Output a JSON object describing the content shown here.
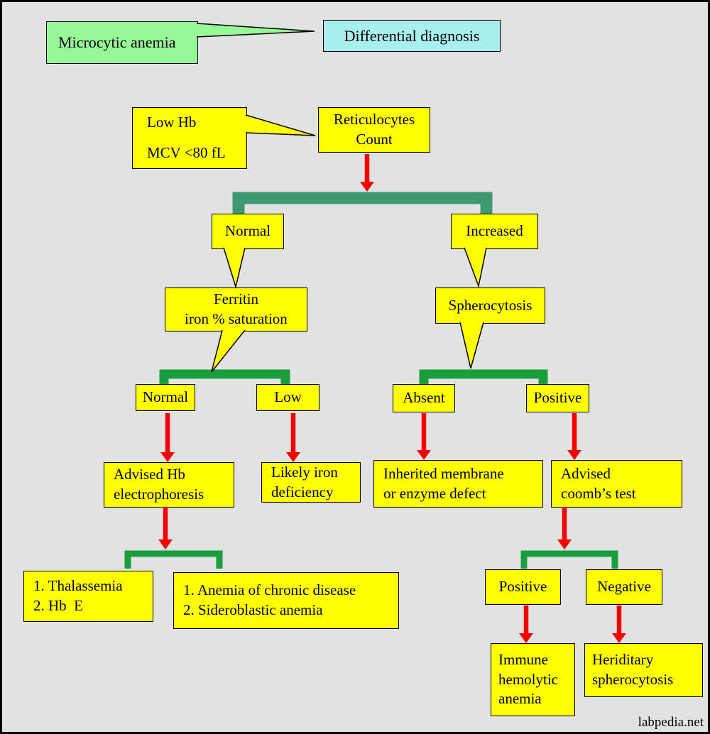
{
  "header": {
    "topic": "Microcytic anemia",
    "subtitle": "Differential diagnosis"
  },
  "nodes": {
    "criteria": {
      "lines": [
        "Low Hb",
        "MCV <80 fL"
      ]
    },
    "reticulocytes": {
      "lines": [
        "Reticulocytes",
        "Count"
      ]
    },
    "retic_normal": {
      "label": "Normal"
    },
    "retic_increased": {
      "label": "Increased"
    },
    "ferritin": {
      "lines": [
        "Ferritin",
        "iron % saturation"
      ]
    },
    "spherocytosis": {
      "label": "Spherocytosis"
    },
    "ferritin_normal": {
      "label": "Normal"
    },
    "ferritin_low": {
      "label": "Low"
    },
    "sphero_absent": {
      "label": "Absent"
    },
    "sphero_positive": {
      "label": "Positive"
    },
    "advised_hb": {
      "lines": [
        "Advised Hb",
        "electrophoresis"
      ]
    },
    "likely_iron": {
      "lines": [
        "Likely iron",
        "deficiency"
      ]
    },
    "inherited_membrane": {
      "lines": [
        "Inherited membrane",
        "or enzyme defect"
      ]
    },
    "advised_coombs": {
      "lines": [
        "Advised",
        "coomb’s test"
      ]
    },
    "thalassemia_group": {
      "lines": [
        "1. Thalassemia",
        "2. Hb  E"
      ]
    },
    "chronic_group": {
      "lines": [
        "1. Anemia of chronic disease",
        "2. Sideroblastic anemia"
      ]
    },
    "coombs_positive": {
      "label": "Positive"
    },
    "coombs_negative": {
      "label": "Negative"
    },
    "immune_hemolytic": {
      "lines": [
        "Immune",
        "hemolytic",
        "anemia"
      ]
    },
    "hereditary_spherocytosis": {
      "lines": [
        "Heriditary",
        "spherocytosis"
      ]
    }
  },
  "footer": {
    "watermark": "labpedia.net"
  },
  "colors": {
    "box_yellow": "#FFFF00",
    "box_green": "#96F896",
    "box_cyan": "#A8F0F0",
    "bracket_top_green": "#3D9970",
    "bracket_green": "#1A9E3D",
    "arrow_red": "#F40000",
    "background": "#E2E2E2"
  }
}
